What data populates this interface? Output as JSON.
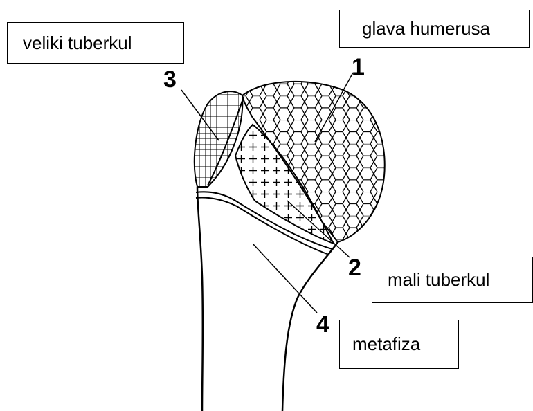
{
  "labels": {
    "greater_tubercle": "veliki tuberkul",
    "humeral_head": "glava humerusa",
    "lesser_tubercle": "mali tuberkul",
    "metaphysis": "metafiza"
  },
  "numbers": {
    "n1": "1",
    "n2": "2",
    "n3": "3",
    "n4": "4"
  }
}
